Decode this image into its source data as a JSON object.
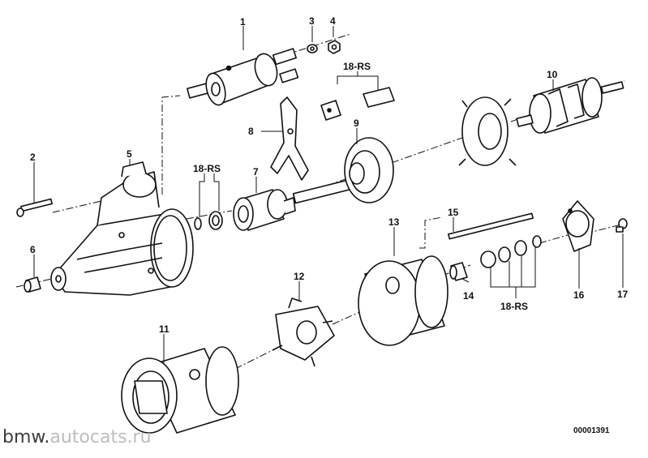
{
  "diagram": {
    "callouts": [
      "1",
      "2",
      "3",
      "4",
      "5",
      "6",
      "7",
      "8",
      "9",
      "10",
      "11",
      "12",
      "13",
      "14",
      "15",
      "16",
      "17"
    ],
    "kit_label": "18-RS",
    "document_number": "00001391"
  },
  "watermark": {
    "brand": "bmw.",
    "site": "autocats.ru"
  }
}
